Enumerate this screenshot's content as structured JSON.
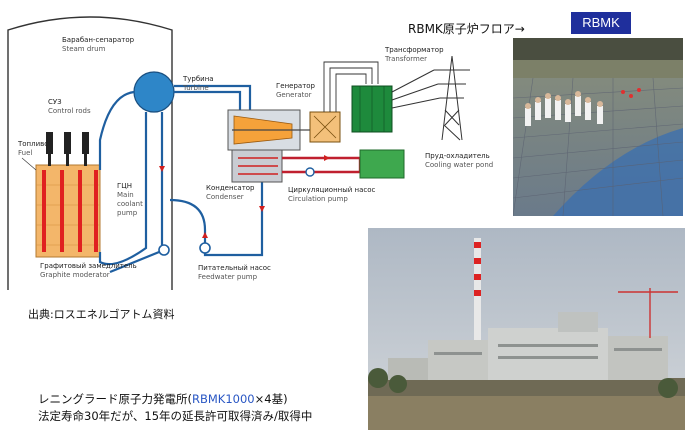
{
  "diagram": {
    "labels": {
      "steam_drum_ru": "Барабан-сепаратор",
      "steam_drum_en": "Steam drum",
      "turbine_ru": "Турбина",
      "turbine_en": "Turbine",
      "generator_ru": "Генератор",
      "generator_en": "Generator",
      "transformer_ru": "Трансформатор",
      "transformer_en": "Transformer",
      "control_rods_ru": "СУЗ",
      "control_rods_en": "Control rods",
      "fuel_ru": "Топливо",
      "fuel_en": "Fuel",
      "mcp_ru": "ГЦН",
      "mcp_en_1": "Main",
      "mcp_en_2": "coolant",
      "mcp_en_3": "pump",
      "condenser_ru": "Конденсатор",
      "condenser_en": "Condenser",
      "circ_pump_ru": "Циркуляционный насос",
      "circ_pump_en": "Circulation pump",
      "pond_ru": "Пруд-охладитель",
      "pond_en": "Cooling water pond",
      "graphite_ru": "Графитовый замедлитель",
      "graphite_en": "Graphite moderator",
      "feedwater_ru": "Питательный насос",
      "feedwater_en": "Feedwater pump"
    },
    "source": "出典:ロスエネルゴアトム資料"
  },
  "photos": {
    "floor_caption": "RBMK原子炉フロア→",
    "badge": "RBMK"
  },
  "caption": {
    "line1_prefix": "レニングラード原子力発電所(",
    "line1_highlight": "RBMK1000",
    "line1_suffix": "×4基)",
    "line2": "法定寿命30年だが、15年の延長許可取得済み/取得中"
  },
  "colors": {
    "pipe": "#1f5fa0",
    "drum": "#2e86c8",
    "fuel_rods": "#e02020",
    "core": "#f3b66a",
    "transformer": "#1e8a3c",
    "badge": "#1f2f9c"
  }
}
